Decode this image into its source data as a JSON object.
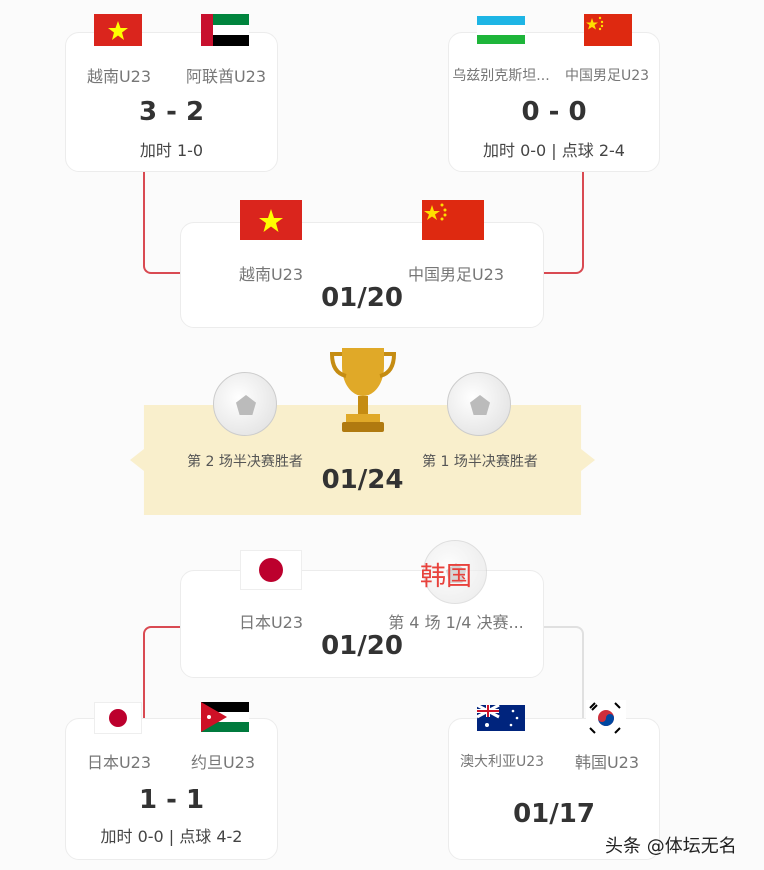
{
  "qf1": {
    "home": "越南U23",
    "away": "阿联酋U23",
    "score": "3 - 2",
    "extra": "加时 1-0"
  },
  "qf2": {
    "home": "乌兹别克斯坦...",
    "away": "中国男足U23",
    "score": "0 - 0",
    "extra": "加时 0-0 | 点球 2-4"
  },
  "sf1": {
    "home": "越南U23",
    "away": "中国男足U23",
    "date": "01/20"
  },
  "final": {
    "left": "第 2 场半决赛胜者",
    "right": "第 1 场半决赛胜者",
    "date": "01/24"
  },
  "sf2": {
    "home": "日本U23",
    "away": "第 4 场 1/4 决赛...",
    "date": "01/20",
    "annotation": "韩国"
  },
  "qf3": {
    "home": "日本U23",
    "away": "约旦U23",
    "score": "1 - 1",
    "extra": "加时 0-0 | 点球 4-2"
  },
  "qf4": {
    "home": "澳大利亚U23",
    "away": "韩国U23",
    "date": "01/17"
  },
  "watermark": "头条 @体坛无名",
  "colors": {
    "accent": "#d94a52",
    "banner": "#f9efcc"
  }
}
